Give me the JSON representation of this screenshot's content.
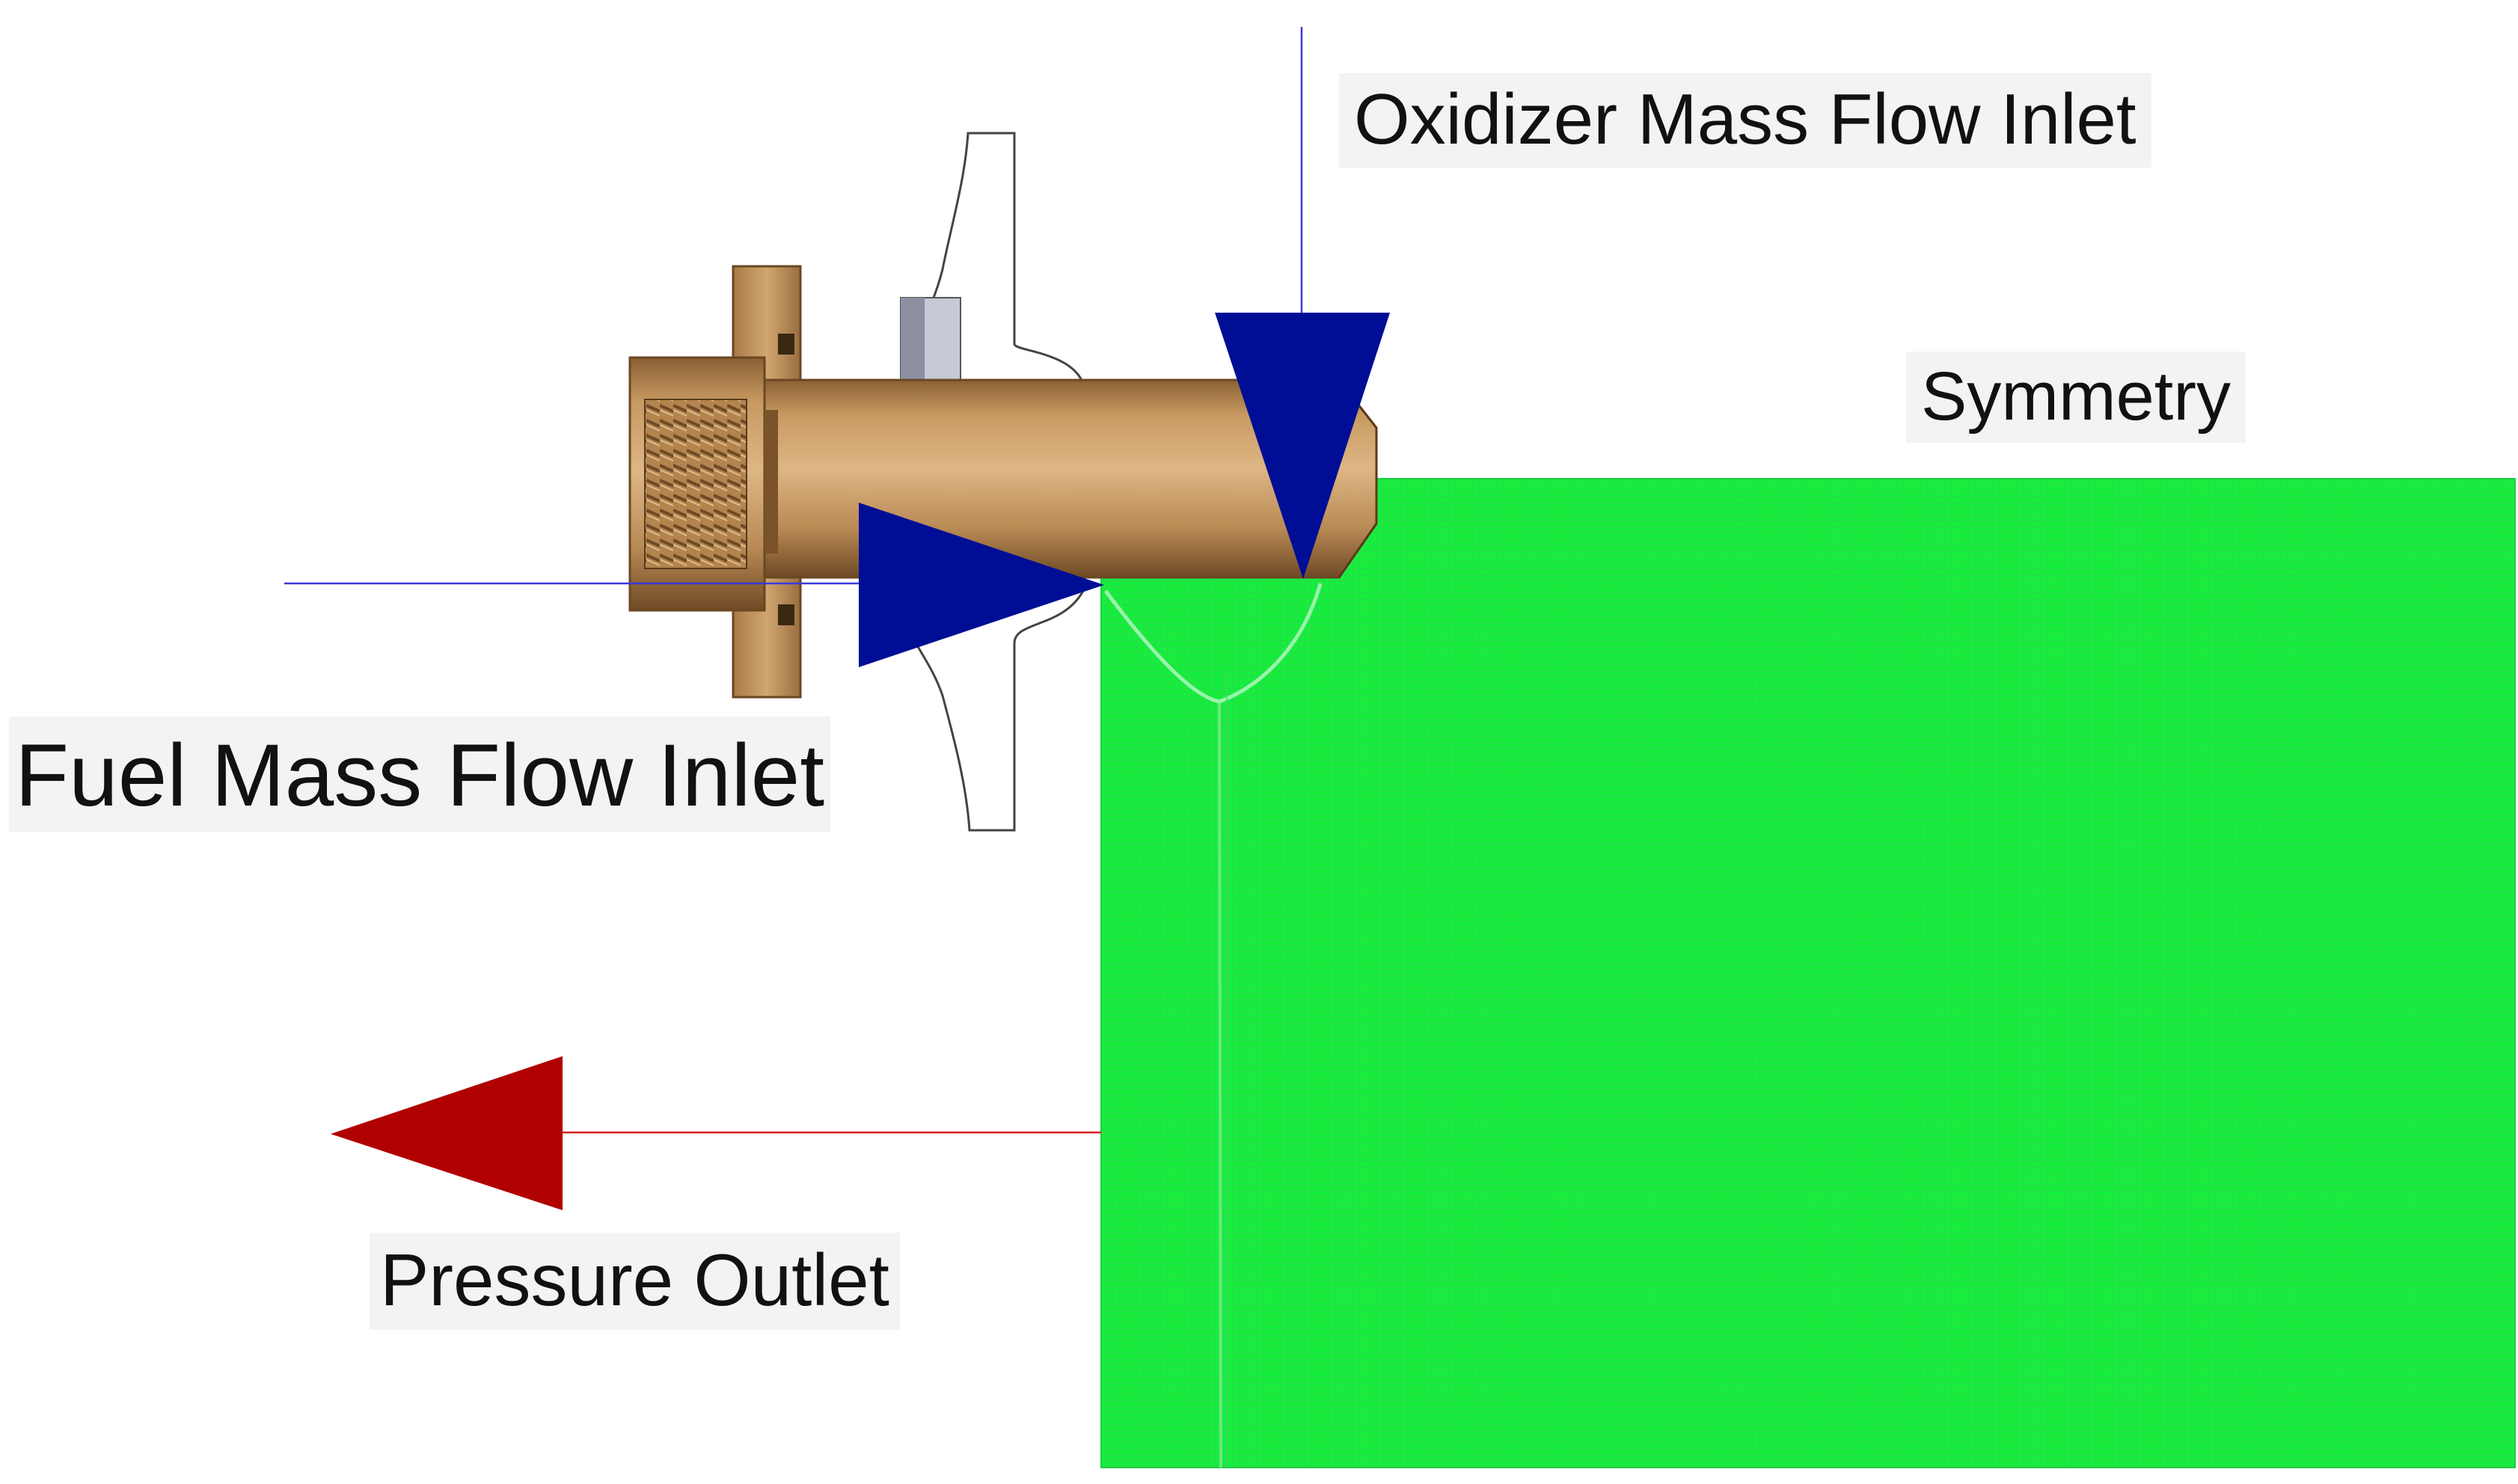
{
  "labels": {
    "oxidizer_inlet": "Oxidizer Mass Flow Inlet",
    "symmetry": "Symmetry",
    "fuel_inlet": "Fuel Mass Flow Inlet",
    "pressure_outlet": "Pressure Outlet"
  },
  "colors": {
    "inlet_arrow": "#000e96",
    "outlet_arrow": "#b00000",
    "mesh": "#16ee3c",
    "mesh_line": "#2ad94e",
    "injector_body": "#b88a52",
    "guide_line_blue": "#3a3ad8",
    "guide_line_red": "#d42020"
  }
}
